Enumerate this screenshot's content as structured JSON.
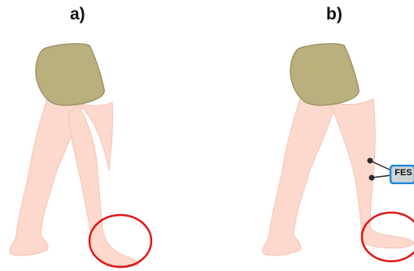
{
  "panels": [
    {
      "label": "a)",
      "has_fes": false
    },
    {
      "label": "b)",
      "has_fes": true
    }
  ],
  "fes": {
    "label": "FES"
  },
  "colors": {
    "skin": "#fdd8cd",
    "skin_edge": "#f6c6b8",
    "shorts": "#b9b07d",
    "shorts_edge": "#9e956a",
    "highlight_circle": "#e01616",
    "fes_fill": "#cfd3d6",
    "fes_border": "#1d86d8",
    "electrode": "#2a2a2a"
  }
}
